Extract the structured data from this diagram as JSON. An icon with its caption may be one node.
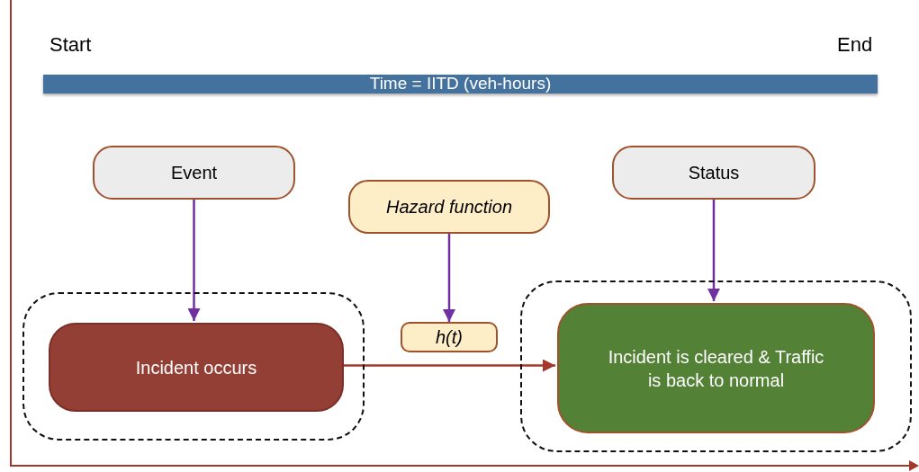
{
  "diagram": {
    "nodes": [
      {
        "text": [
          "Time = IITD (veh-hours)"
        ]
      },
      {
        "text": [
          "Event"
        ]
      },
      {
        "text": [
          "Hazard function"
        ]
      },
      {
        "text": [
          "Status"
        ]
      },
      {
        "text": [],
        "shape": "box"
      },
      {
        "text": [
          "Incident occurs"
        ],
        "in": 4
      },
      {
        "text": [
          "h(t)"
        ]
      },
      {
        "text": [],
        "shape": "box"
      },
      {
        "text": [
          "Incident is cleared & Traffic is back to normal"
        ],
        "in": 7
      }
    ],
    "edges": [
      {
        "from": 1,
        "to": 5,
        "arrow": "to"
      },
      {
        "from": 2,
        "to": 6,
        "arrow": "to"
      },
      {
        "from": 3,
        "to": 8,
        "arrow": "to"
      },
      {
        "from": 5,
        "to": 8,
        "arrow": "to",
        "color": "#a3392c"
      }
    ],
    "labels": [
      "Start",
      "End"
    ]
  }
}
